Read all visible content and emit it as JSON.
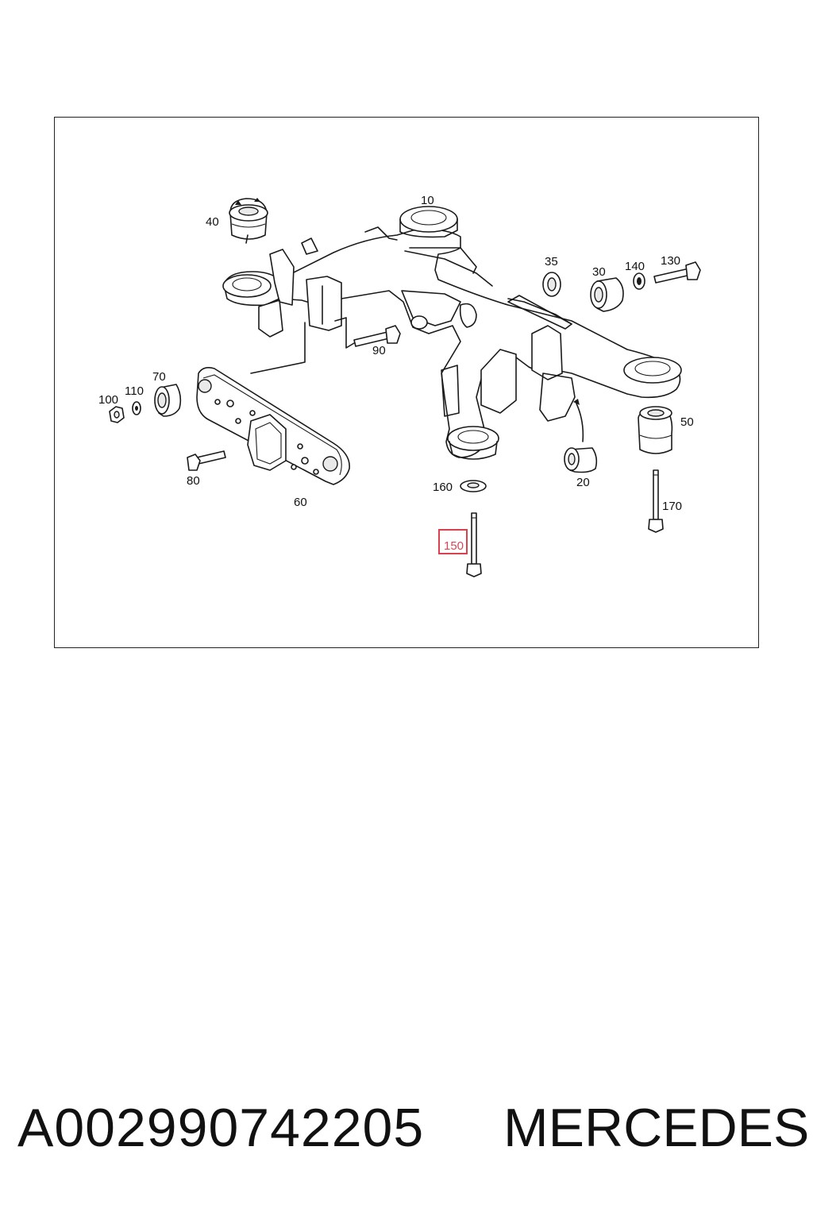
{
  "diagram": {
    "labels": {
      "p10": "10",
      "p20": "20",
      "p30": "30",
      "p35": "35",
      "p40": "40",
      "p50": "50",
      "p60": "60",
      "p70": "70",
      "p80": "80",
      "p90": "90",
      "p100": "100",
      "p110": "110",
      "p130": "130",
      "p140": "140",
      "p150": "150",
      "p160": "160",
      "p170": "170"
    },
    "highlighted_part": "150",
    "highlight_color": "#d9414f"
  },
  "footer": {
    "part_number": "A002990742205",
    "brand": "MERCEDES"
  }
}
